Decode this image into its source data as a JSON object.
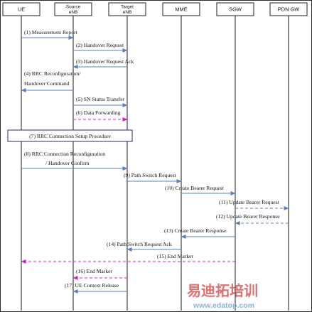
{
  "entities": [
    {
      "key": "ue",
      "label": "UE",
      "sub": ""
    },
    {
      "key": "source",
      "label": "Source",
      "sub": "eNB"
    },
    {
      "key": "target",
      "label": "Target",
      "sub": "eNB"
    },
    {
      "key": "mme",
      "label": "MME",
      "sub": ""
    },
    {
      "key": "sgw",
      "label": "SGW",
      "sub": ""
    },
    {
      "key": "pdn",
      "label": "PDN GW",
      "sub": ""
    }
  ],
  "messages": [
    {
      "id": "m1",
      "from": "ue",
      "to": "source",
      "style": "solid",
      "color": "#5a7fbf",
      "lines": [
        "(1) Measurement Report"
      ]
    },
    {
      "id": "m2",
      "from": "source",
      "to": "target",
      "style": "solid",
      "color": "#5a7fbf",
      "lines": [
        "(2) Handover Request"
      ]
    },
    {
      "id": "m3",
      "from": "target",
      "to": "source",
      "style": "solid",
      "color": "#5a7fbf",
      "lines": [
        "(3) Handover Request Ack"
      ]
    },
    {
      "id": "m4",
      "from": "source",
      "to": "ue",
      "style": "solid",
      "color": "#5a7fbf",
      "lines": [
        "(4) RRC Reconfiguration/",
        "Handover Command"
      ]
    },
    {
      "id": "m5",
      "from": "source",
      "to": "target",
      "style": "solid",
      "color": "#5a7fbf",
      "lines": [
        "(5) SN Status Transfer"
      ]
    },
    {
      "id": "m6",
      "from": "source",
      "to": "target",
      "style": "dashed",
      "color": "#d21fc8",
      "lines": [
        "(6) Data Forwarding"
      ]
    },
    {
      "id": "m8",
      "from": "ue",
      "to": "target",
      "style": "solid",
      "color": "#5a7fbf",
      "lines": [
        "(8) RRC Connection Reconfiguration",
        "/ Handover Confirm"
      ]
    },
    {
      "id": "m9",
      "from": "target",
      "to": "mme",
      "style": "solid",
      "color": "#5a7fbf",
      "lines": [
        "(9) Path Switch Request"
      ]
    },
    {
      "id": "m10",
      "from": "mme",
      "to": "sgw",
      "style": "solid",
      "color": "#5a7fbf",
      "lines": [
        "(10) Create Bearer Request"
      ]
    },
    {
      "id": "m11",
      "from": "sgw",
      "to": "pdn",
      "style": "dashed",
      "color": "#5a7fbf",
      "lines": [
        "(11) Update Bearer Request"
      ]
    },
    {
      "id": "m12",
      "from": "pdn",
      "to": "sgw",
      "style": "dashed",
      "color": "#5a7fbf",
      "lines": [
        "(12) Update Bearer Response"
      ]
    },
    {
      "id": "m13",
      "from": "sgw",
      "to": "mme",
      "style": "solid",
      "color": "#5a7fbf",
      "lines": [
        "(13) Create Bearer Response"
      ]
    },
    {
      "id": "m14",
      "from": "mme",
      "to": "target",
      "style": "solid",
      "color": "#5a7fbf",
      "lines": [
        "(14) Path Switch Request Ack"
      ]
    },
    {
      "id": "m15",
      "from": "sgw",
      "to": "ue",
      "style": "dashed",
      "color": "#d21fc8",
      "lines": [
        "(15) End Marker"
      ]
    },
    {
      "id": "m16",
      "from": "target",
      "to": "source",
      "style": "dashed",
      "color": "#d21fc8",
      "lines": [
        "(16) End Marker"
      ]
    },
    {
      "id": "m17",
      "from": "target",
      "to": "source",
      "style": "solid",
      "color": "#5a7fbf",
      "lines": [
        "(17) UE Context Release"
      ]
    }
  ],
  "procedure_box": {
    "label": "(7) RRC Connection  Setup Procedure",
    "color": "#1f2a8c"
  },
  "watermark": {
    "brand": "易迪拓培训",
    "url": "www.edatop.com"
  },
  "colors": {
    "lifeline": "#1a1a1a",
    "frame": "#2b2b2b"
  }
}
